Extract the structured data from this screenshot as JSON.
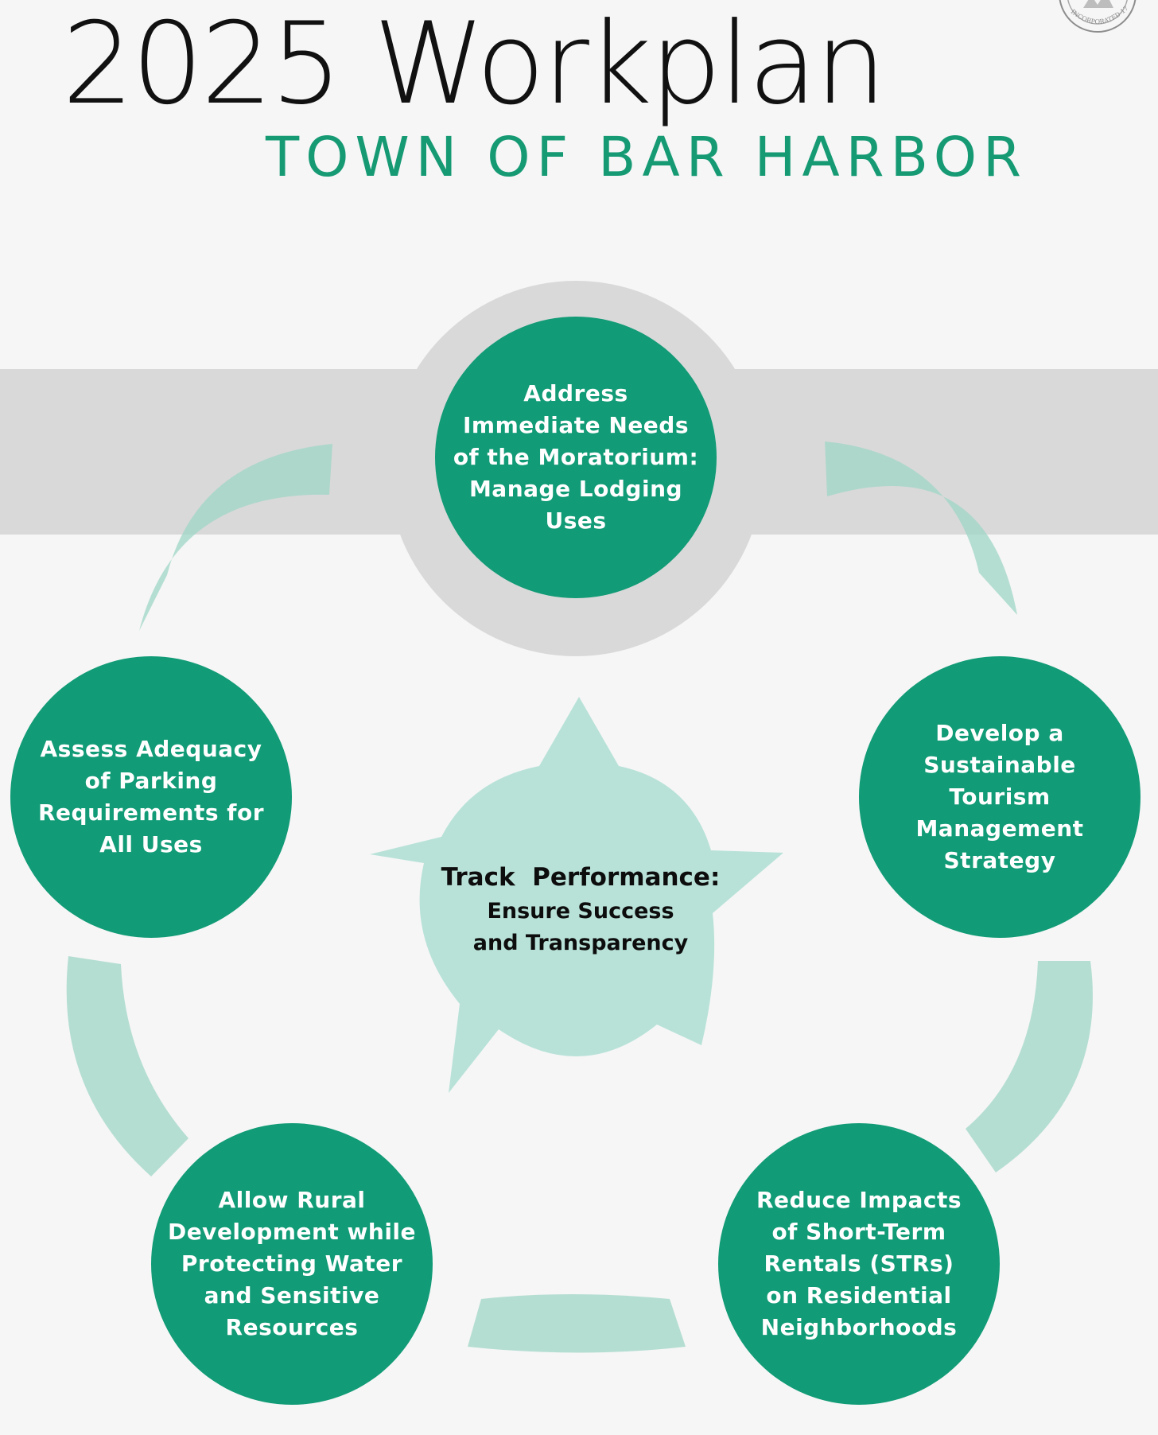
{
  "header": {
    "title": "2025 Workplan",
    "subtitle": "TOWN OF BAR HARBOR"
  },
  "seal": {
    "text": "INCORPORATED 179"
  },
  "colors": {
    "background": "#f6f6f6",
    "node_fill": "#119b76",
    "ring_gray": "#d9d9d9",
    "band_gray": "#d9d9d9",
    "arc_fill": "#abdacd",
    "star_fill": "#b8e2d8",
    "subtitle_green": "#169a74"
  },
  "diagram": {
    "nodes": [
      {
        "label": "Address\nImmediate Needs\nof the Moratorium:\nManage Lodging\nUses"
      },
      {
        "label": "Develop a\nSustainable\nTourism\nManagement\nStrategy"
      },
      {
        "label": "Reduce Impacts\nof Short-Term\nRentals (STRs)\non Residential\nNeighborhoods"
      },
      {
        "label": "Allow Rural\nDevelopment while\nProtecting Water\nand Sensitive\nResources"
      },
      {
        "label": "Assess Adequacy\nof Parking\nRequirements for\nAll Uses"
      }
    ],
    "center": {
      "title": "Track  Performance:",
      "subtitle": "Ensure Success\nand Transparency"
    }
  }
}
